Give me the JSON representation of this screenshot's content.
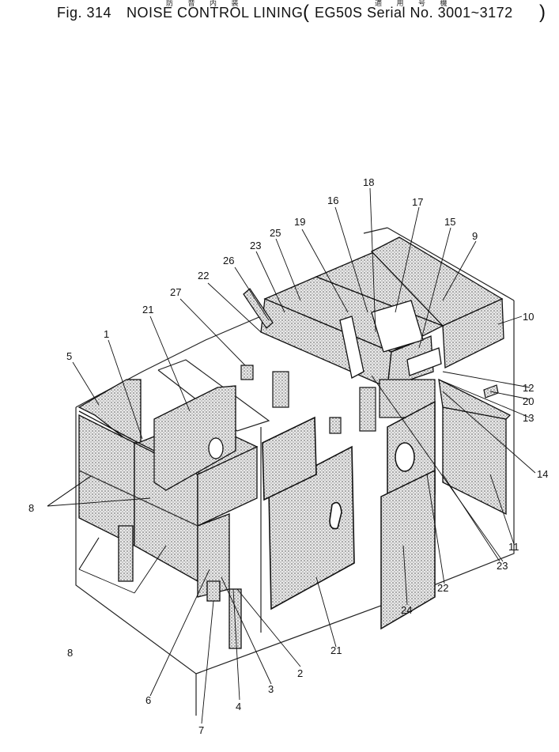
{
  "header": {
    "fig": "Fig. 314",
    "title": "NOISE CONTROL LINING",
    "title_jp": "防 音 内 装",
    "serial_open": "(",
    "serial": "EG50S Serial No. 3001~3172",
    "serial_close": ")",
    "serial_jp": "適 用 号 機"
  },
  "callouts": [
    "1",
    "2",
    "3",
    "4",
    "5",
    "6",
    "7",
    "8",
    "8",
    "9",
    "10",
    "11",
    "12",
    "13",
    "14",
    "15",
    "16",
    "17",
    "18",
    "19",
    "20",
    "21",
    "21",
    "22",
    "22",
    "23",
    "23",
    "24",
    "25",
    "26",
    "27"
  ]
}
